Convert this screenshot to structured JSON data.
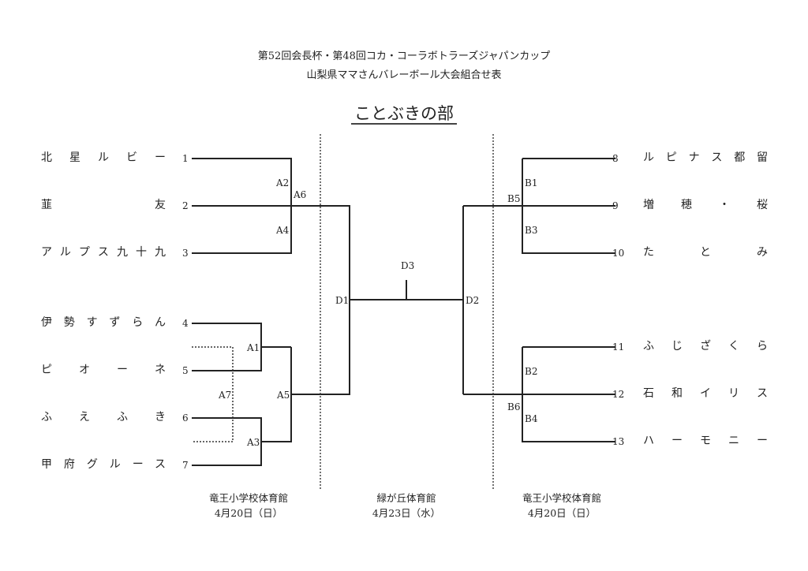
{
  "header": {
    "line1": "第52回会長杯・第48回コカ・コーラボトラーズジャパンカップ",
    "line2": "山梨県ママさんバレーボール大会組合せ表",
    "division": "ことぶきの部"
  },
  "left_teams": [
    {
      "no": "1",
      "name": "北星ルビー"
    },
    {
      "no": "2",
      "name": "韮　　　友"
    },
    {
      "no": "3",
      "name": "アルプス九十九"
    },
    {
      "no": "4",
      "name": "伊勢すずらん"
    },
    {
      "no": "5",
      "name": "ピオーネ"
    },
    {
      "no": "6",
      "name": "ふえふき"
    },
    {
      "no": "7",
      "name": "甲府グルース"
    }
  ],
  "right_teams": [
    {
      "no": "8",
      "name": "ルピナス都留"
    },
    {
      "no": "9",
      "name": "増穂・桜"
    },
    {
      "no": "10",
      "name": "た　と　み"
    },
    {
      "no": "11",
      "name": "ふじざくら"
    },
    {
      "no": "12",
      "name": "石和イリス"
    },
    {
      "no": "13",
      "name": "ハーモニー"
    }
  ],
  "matches": {
    "A1": "A1",
    "A2": "A2",
    "A3": "A3",
    "A4": "A4",
    "A5": "A5",
    "A6": "A6",
    "A7": "A7",
    "B1": "B1",
    "B2": "B2",
    "B3": "B3",
    "B4": "B4",
    "B5": "B5",
    "B6": "B6",
    "D1": "D1",
    "D2": "D2",
    "D3": "D3"
  },
  "venues": [
    {
      "name": "竜王小学校体育館",
      "date": "4月20日（日）"
    },
    {
      "name": "緑が丘体育館",
      "date": "4月23日（水）"
    },
    {
      "name": "竜王小学校体育館",
      "date": "4月20日（日）"
    }
  ]
}
